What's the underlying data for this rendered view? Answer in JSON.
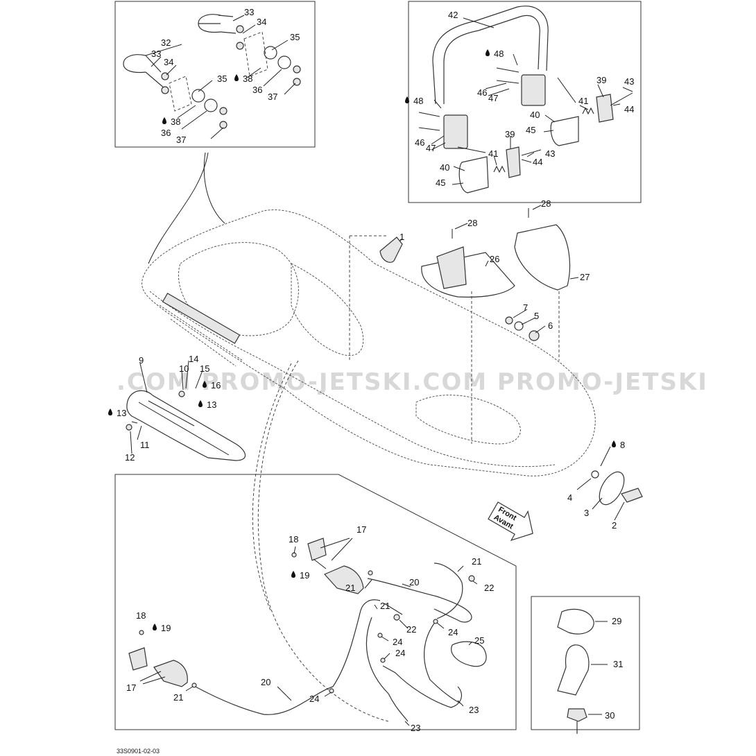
{
  "watermark": ".COM  PROMO-JETSKI.COM  PROMO-JETSKI",
  "footer": "33S0901-02-03",
  "front_arrow": {
    "line1": "Front",
    "line2": "Avant"
  },
  "callouts": [
    {
      "id": "c33a",
      "label": "33"
    },
    {
      "id": "c34a",
      "label": "34"
    },
    {
      "id": "c35a",
      "label": "35"
    },
    {
      "id": "c32",
      "label": "32"
    },
    {
      "id": "c33b",
      "label": "33"
    },
    {
      "id": "c34b",
      "label": "34"
    },
    {
      "id": "c38a",
      "label": "38"
    },
    {
      "id": "c36a",
      "label": "36"
    },
    {
      "id": "c37a",
      "label": "37"
    },
    {
      "id": "c35b",
      "label": "35"
    },
    {
      "id": "c38b",
      "label": "38"
    },
    {
      "id": "c36b",
      "label": "36"
    },
    {
      "id": "c37b",
      "label": "37"
    },
    {
      "id": "c42",
      "label": "42"
    },
    {
      "id": "c48a",
      "label": "48"
    },
    {
      "id": "c39a",
      "label": "39"
    },
    {
      "id": "c43a",
      "label": "43"
    },
    {
      "id": "c48b",
      "label": "48"
    },
    {
      "id": "c46a",
      "label": "46"
    },
    {
      "id": "c47a",
      "label": "47"
    },
    {
      "id": "c41a",
      "label": "41"
    },
    {
      "id": "c44a",
      "label": "44"
    },
    {
      "id": "c40a",
      "label": "40"
    },
    {
      "id": "c45a",
      "label": "45"
    },
    {
      "id": "c46b",
      "label": "46"
    },
    {
      "id": "c47b",
      "label": "47"
    },
    {
      "id": "c39b",
      "label": "39"
    },
    {
      "id": "c41b",
      "label": "41"
    },
    {
      "id": "c43b",
      "label": "43"
    },
    {
      "id": "c44b",
      "label": "44"
    },
    {
      "id": "c40b",
      "label": "40"
    },
    {
      "id": "c45b",
      "label": "45"
    },
    {
      "id": "c28a",
      "label": "28"
    },
    {
      "id": "c28b",
      "label": "28"
    },
    {
      "id": "c1",
      "label": "1"
    },
    {
      "id": "c26",
      "label": "26"
    },
    {
      "id": "c27",
      "label": "27"
    },
    {
      "id": "c7",
      "label": "7"
    },
    {
      "id": "c5",
      "label": "5"
    },
    {
      "id": "c6",
      "label": "6"
    },
    {
      "id": "c9",
      "label": "9"
    },
    {
      "id": "c14",
      "label": "14"
    },
    {
      "id": "c10",
      "label": "10"
    },
    {
      "id": "c15",
      "label": "15"
    },
    {
      "id": "c16",
      "label": "16"
    },
    {
      "id": "c13a",
      "label": "13"
    },
    {
      "id": "c13b",
      "label": "13"
    },
    {
      "id": "c11",
      "label": "11"
    },
    {
      "id": "c12",
      "label": "12"
    },
    {
      "id": "c8",
      "label": "8"
    },
    {
      "id": "c4",
      "label": "4"
    },
    {
      "id": "c3",
      "label": "3"
    },
    {
      "id": "c2",
      "label": "2"
    },
    {
      "id": "c17a",
      "label": "17"
    },
    {
      "id": "c18a",
      "label": "18"
    },
    {
      "id": "c19a",
      "label": "19"
    },
    {
      "id": "c21a",
      "label": "21"
    },
    {
      "id": "c22a",
      "label": "22"
    },
    {
      "id": "c20a",
      "label": "20"
    },
    {
      "id": "c21b",
      "label": "21"
    },
    {
      "id": "c18b",
      "label": "18"
    },
    {
      "id": "c19b",
      "label": "19"
    },
    {
      "id": "c21c",
      "label": "21"
    },
    {
      "id": "c22b",
      "label": "22"
    },
    {
      "id": "c24a",
      "label": "24"
    },
    {
      "id": "c24b",
      "label": "24"
    },
    {
      "id": "c24c",
      "label": "24"
    },
    {
      "id": "c25",
      "label": "25"
    },
    {
      "id": "c17b",
      "label": "17"
    },
    {
      "id": "c21d",
      "label": "21"
    },
    {
      "id": "c20b",
      "label": "20"
    },
    {
      "id": "c24d",
      "label": "24"
    },
    {
      "id": "c23a",
      "label": "23"
    },
    {
      "id": "c23b",
      "label": "23"
    },
    {
      "id": "c29",
      "label": "29"
    },
    {
      "id": "c31",
      "label": "31"
    },
    {
      "id": "c30",
      "label": "30"
    }
  ]
}
